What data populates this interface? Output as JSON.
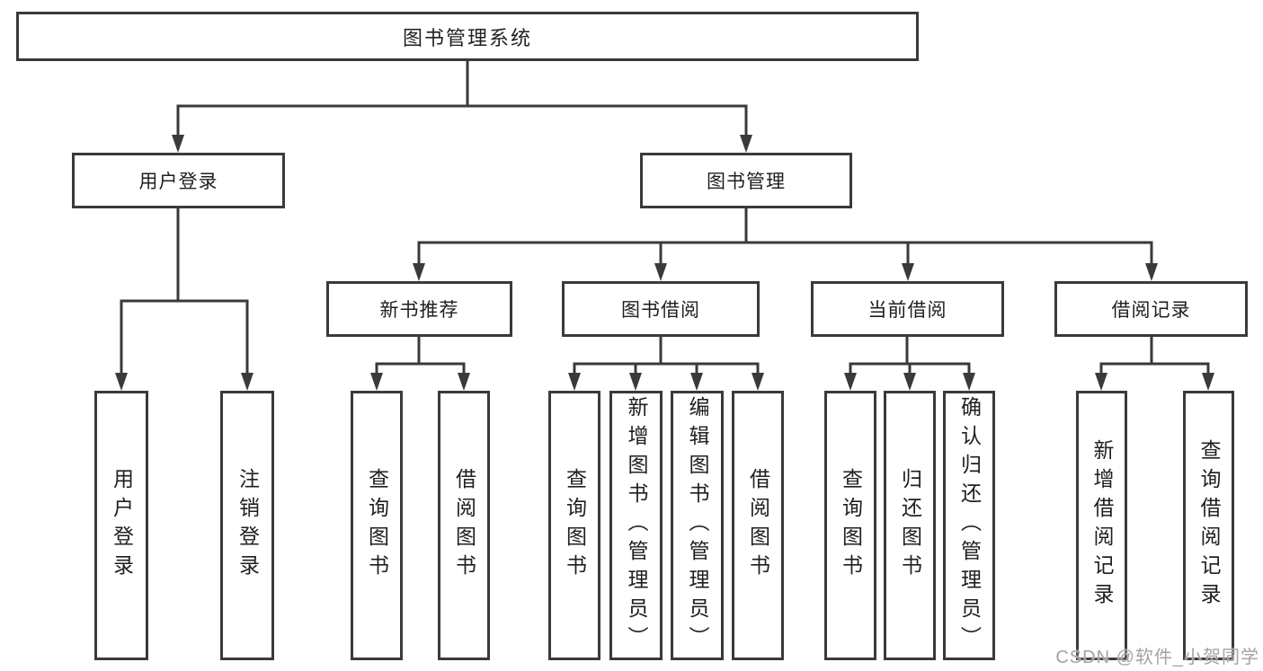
{
  "nodes": {
    "root": "图书管理系统",
    "user_login": "用户登录",
    "book_mgmt": "图书管理",
    "new_book_recommend": "新书推荐",
    "book_borrow": "图书借阅",
    "current_borrow": "当前借阅",
    "borrow_records": "借阅记录",
    "leaves": {
      "user_login": [
        "用户登录",
        "注销登录"
      ],
      "new_book_recommend": [
        "查询图书",
        "借阅图书"
      ],
      "book_borrow": [
        "查询图书",
        "新增图书（管理员）",
        "编辑图书（管理员）",
        "借阅图书"
      ],
      "current_borrow": [
        "查询图书",
        "归还图书",
        "确认归还（管理员）"
      ],
      "borrow_records": [
        "新增借阅记录",
        "查询借阅记录"
      ]
    }
  },
  "watermark": "CSDN @软件_小贺同学",
  "colors": {
    "line": "#3a3a3a",
    "text": "#1f1f1f",
    "watermark": "#a3a3a3",
    "background": "#ffffff"
  }
}
